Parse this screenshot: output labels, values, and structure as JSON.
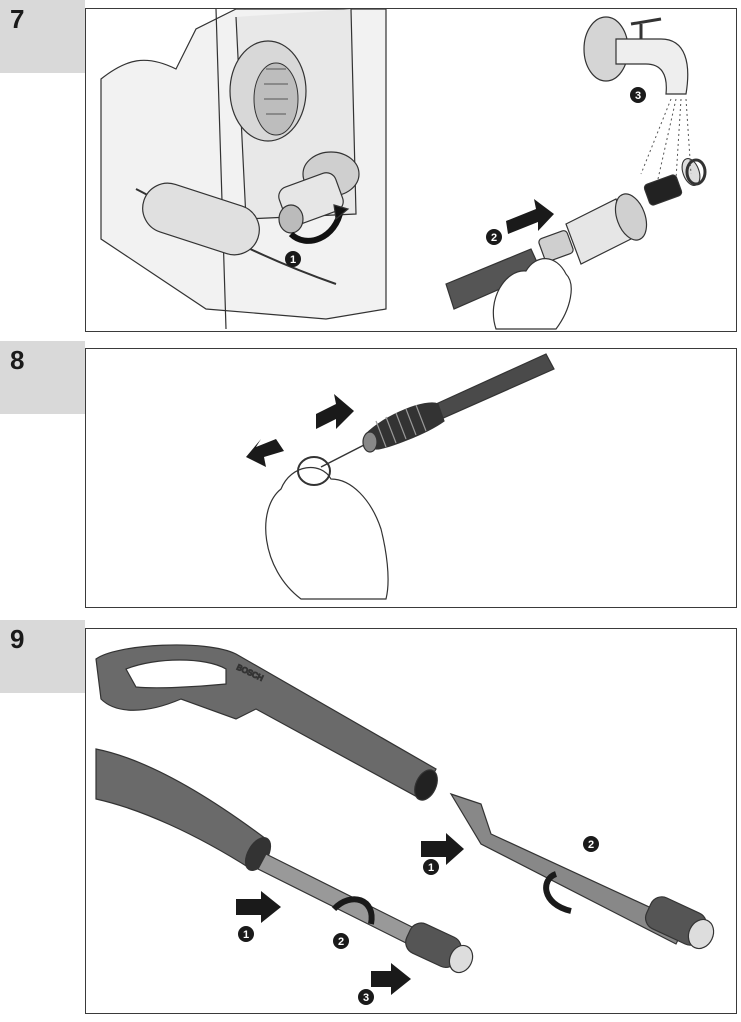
{
  "steps": [
    {
      "number": "7",
      "callouts": [
        "1",
        "2",
        "3"
      ]
    },
    {
      "number": "8",
      "callouts": []
    },
    {
      "number": "9",
      "callouts": [
        "1",
        "2",
        "1",
        "2",
        "3"
      ]
    }
  ],
  "brand_mark": "BOSCH"
}
